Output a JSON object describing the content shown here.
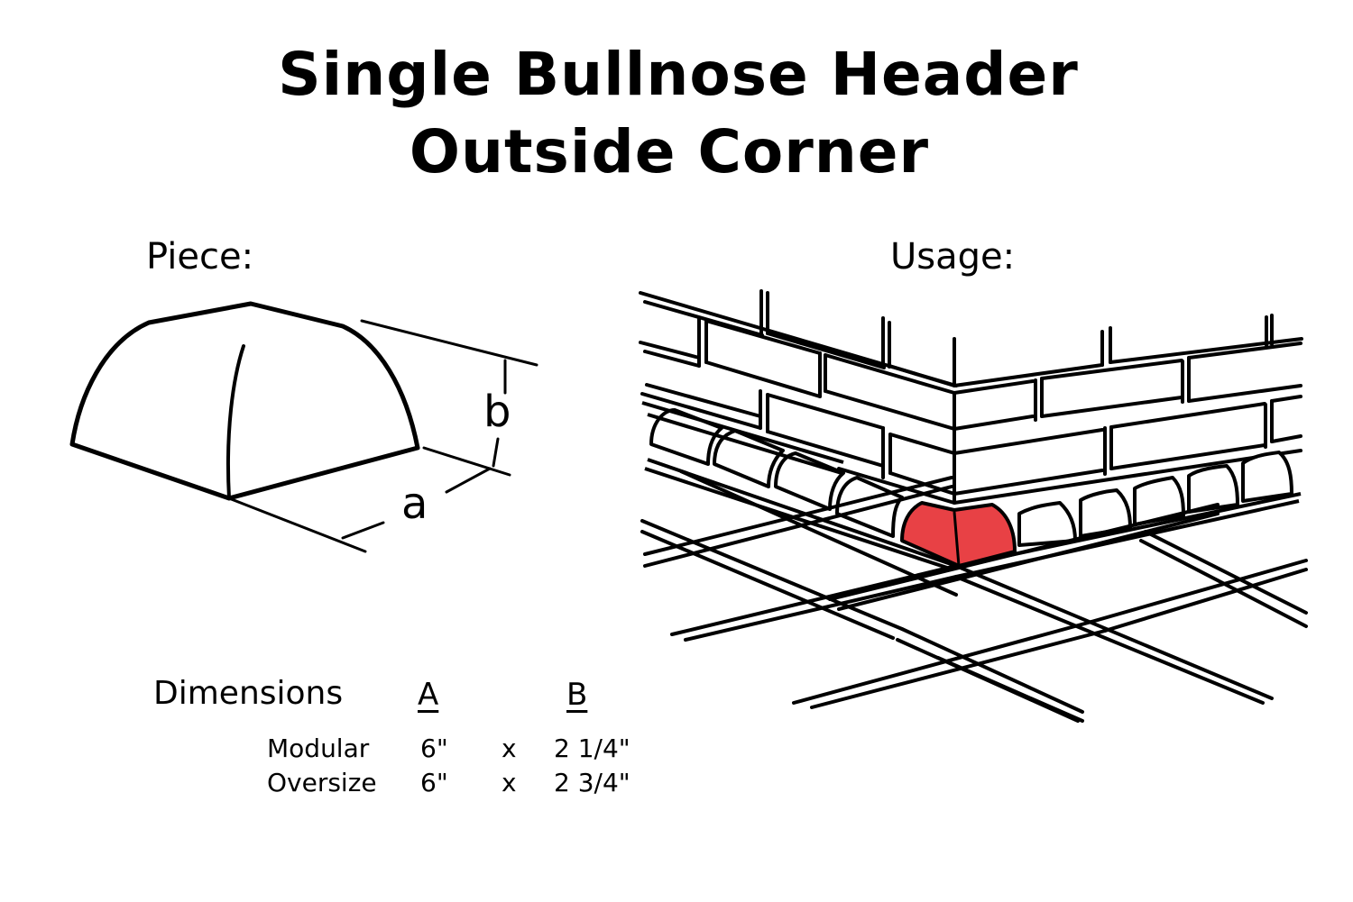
{
  "title": {
    "line1": "Single Bullnose Header",
    "line2": "Outside Corner"
  },
  "labels": {
    "piece": "Piece:",
    "usage": "Usage:",
    "dim_a": "a",
    "dim_b": "b"
  },
  "dimensions": {
    "heading": "Dimensions",
    "columns": [
      "A",
      "B"
    ],
    "separator": "x",
    "rows": [
      {
        "name": "Modular",
        "a": "6\"",
        "b": "2 1/4\""
      },
      {
        "name": "Oversize",
        "a": "6\"",
        "b": "2 3/4\""
      }
    ]
  },
  "colors": {
    "highlight": "#e84145",
    "stroke": "#000000",
    "background": "#ffffff"
  }
}
